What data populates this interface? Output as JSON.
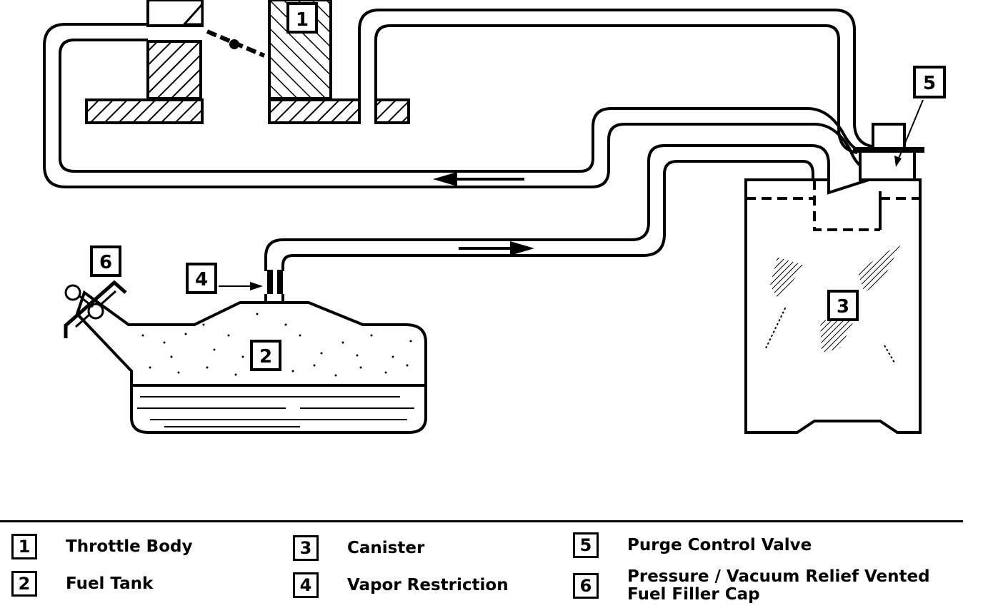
{
  "callouts": {
    "c1": "1",
    "c2": "2",
    "c3": "3",
    "c4": "4",
    "c5": "5",
    "c6": "6"
  },
  "legend": [
    {
      "num": "1",
      "label": "Throttle Body"
    },
    {
      "num": "2",
      "label": "Fuel Tank"
    },
    {
      "num": "3",
      "label": "Canister"
    },
    {
      "num": "4",
      "label": "Vapor Restriction"
    },
    {
      "num": "5",
      "label": "Purge Control Valve"
    },
    {
      "num": "6",
      "label": "Pressure / Vacuum Relief Vented",
      "label_line2": "Fuel Filler Cap"
    }
  ]
}
